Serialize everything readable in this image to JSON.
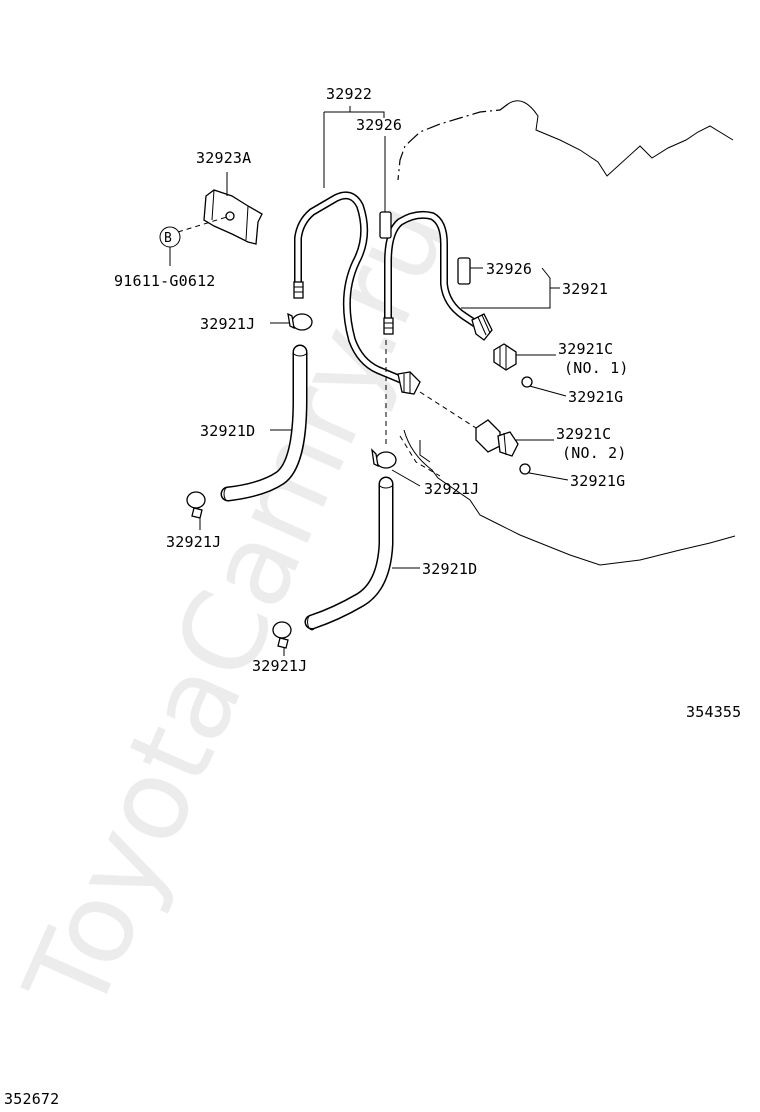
{
  "watermark": "ToyotaCamry.ru",
  "labels": {
    "p32922": "32922",
    "p32926_top": "32926",
    "p32923A": "32923A",
    "pB": "B",
    "p91611": "91611-G0612",
    "p32926_right": "32926",
    "p32921": "32921",
    "p32921J_a": "32921J",
    "p32921C_1": "32921C",
    "no1": "(NO. 1)",
    "p32921G_1": "32921G",
    "p32921D_a": "32921D",
    "p32921C_2": "32921C",
    "no2": "(NO. 2)",
    "p32921J_b": "32921J",
    "p32921G_2": "32921G",
    "p32921J_c": "32921J",
    "p32921D_b": "32921D",
    "p32921J_d": "32921J",
    "ref_354355": "354355",
    "ref_352672": "352672"
  }
}
